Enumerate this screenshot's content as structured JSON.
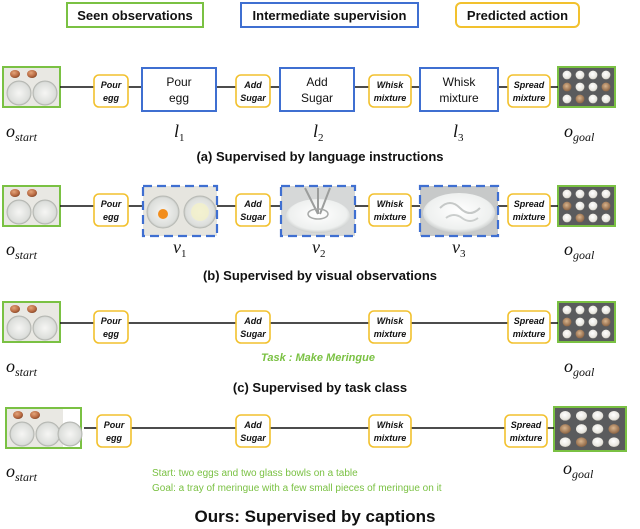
{
  "legend": {
    "seen": "Seen observations",
    "intermediate": "Intermediate supervision",
    "predicted": "Predicted action"
  },
  "colors": {
    "seen": "#7ac143",
    "intermediate": "#3f6fd1",
    "predicted": "#f2c12e",
    "task_text": "#7ac143"
  },
  "labels": {
    "start": "o",
    "start_sub": "start",
    "goal": "o",
    "goal_sub": "goal"
  },
  "actions": {
    "pour": [
      "Pour",
      "egg"
    ],
    "add": [
      "Add",
      "Sugar"
    ],
    "whisk": [
      "Whisk",
      "mixture"
    ],
    "spread": [
      "Spread",
      "mixture"
    ]
  },
  "row_a": {
    "steps": [
      {
        "line1": "Pour",
        "line2": "egg",
        "var": "l",
        "sub": "1"
      },
      {
        "line1": "Add",
        "line2": "Sugar",
        "var": "l",
        "sub": "2"
      },
      {
        "line1": "Whisk",
        "line2": "mixture",
        "var": "l",
        "sub": "3"
      }
    ],
    "caption": "(a) Supervised by language instructions"
  },
  "row_b": {
    "steps": [
      {
        "var": "v",
        "sub": "1"
      },
      {
        "var": "v",
        "sub": "2"
      },
      {
        "var": "v",
        "sub": "3"
      }
    ],
    "caption": "(b) Supervised by visual observations"
  },
  "row_c": {
    "task": "Task : Make Meringue",
    "caption": "(c) Supervised by task class"
  },
  "row_d": {
    "start_caption": "Start: two eggs and two glass bowls on a table",
    "goal_caption": "Goal: a tray of meringue with a few small pieces of meringue on it",
    "caption": "Ours: Supervised by captions"
  }
}
